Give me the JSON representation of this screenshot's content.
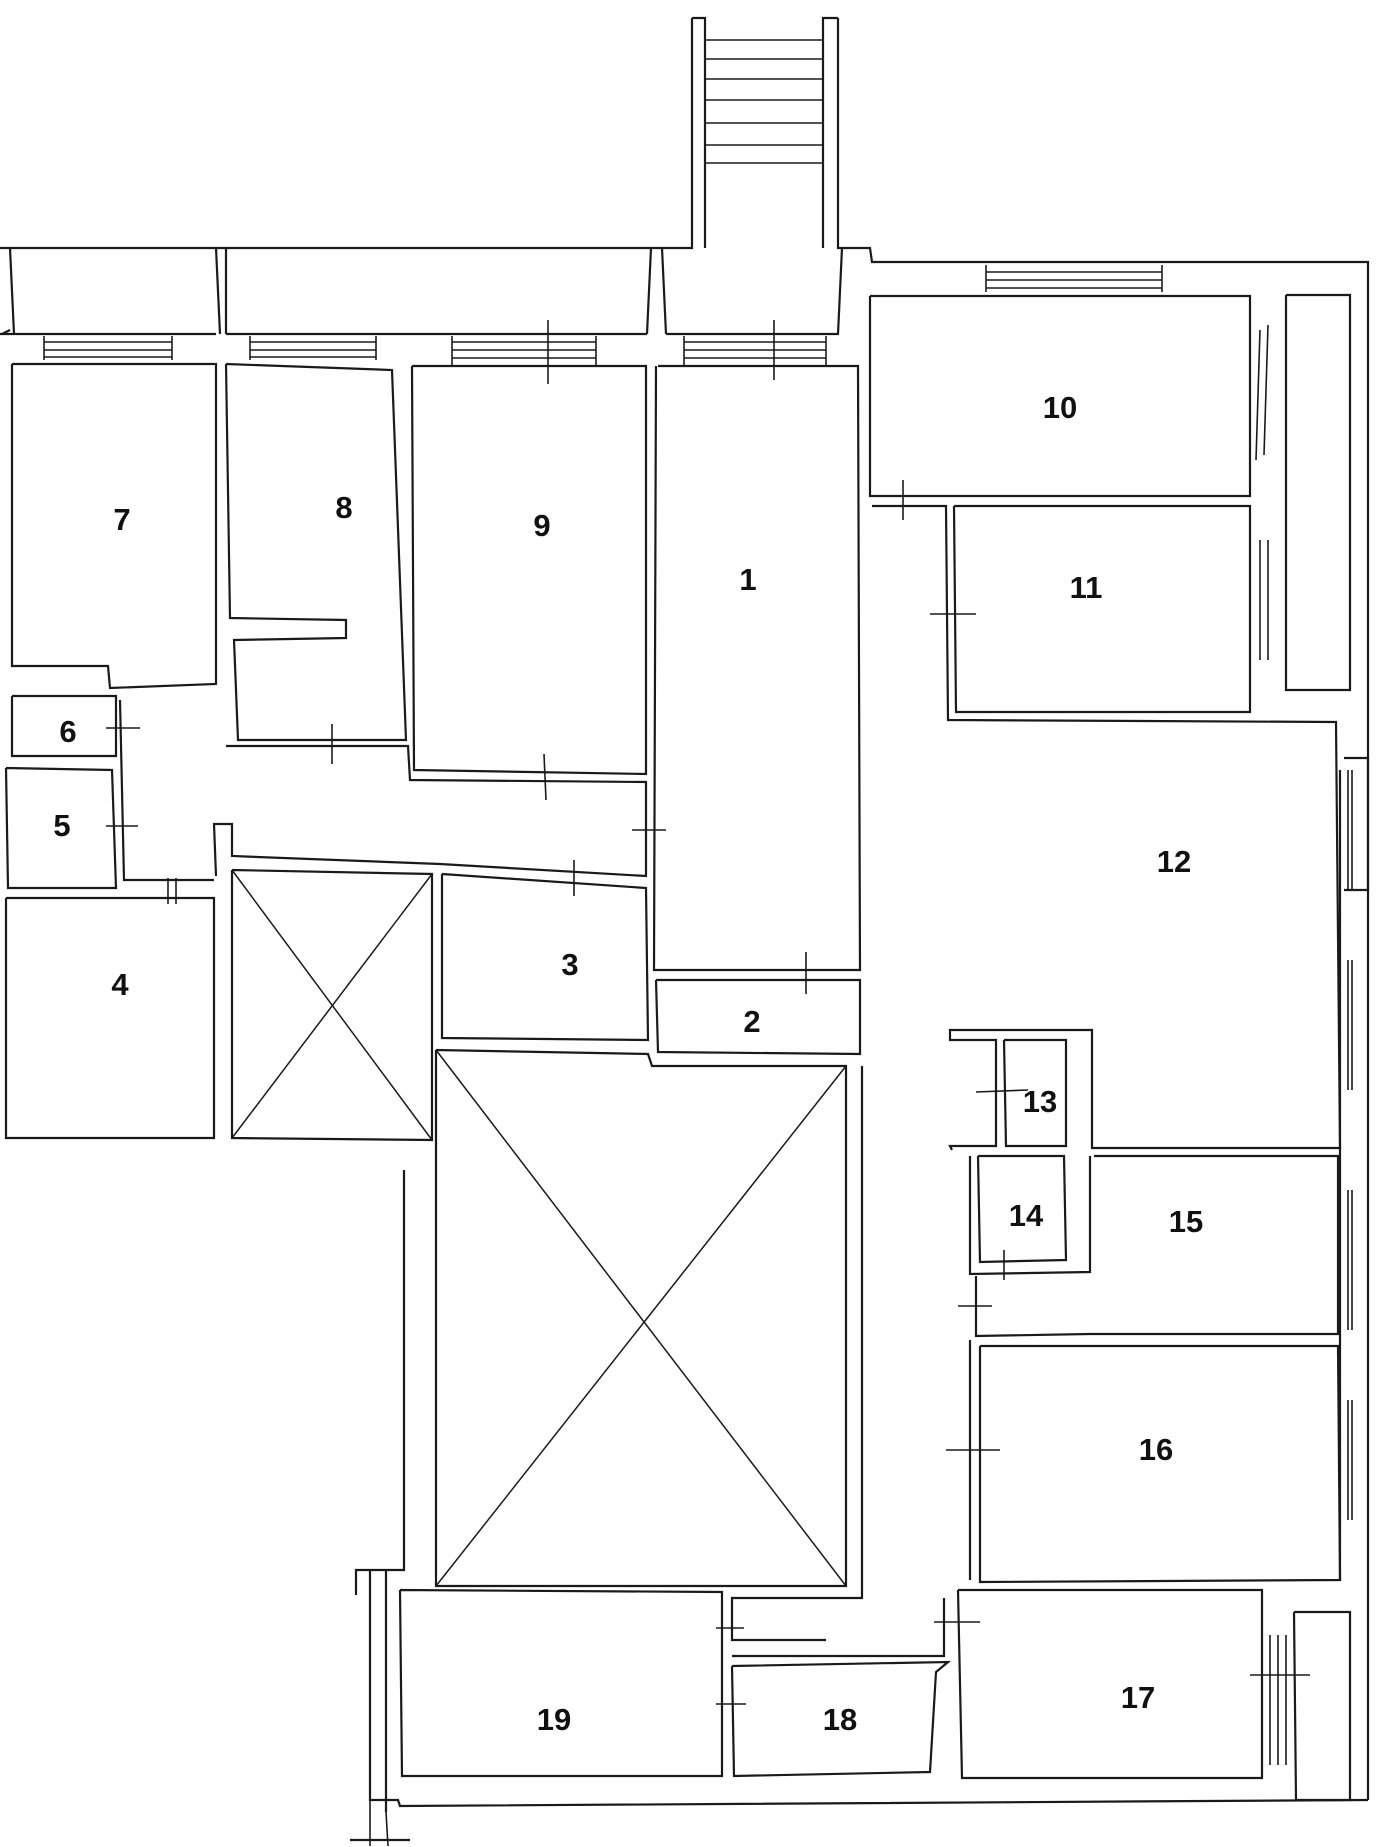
{
  "rooms": [
    {
      "id": "r1",
      "label": "1"
    },
    {
      "id": "r2",
      "label": "2"
    },
    {
      "id": "r3",
      "label": "3"
    },
    {
      "id": "r4",
      "label": "4"
    },
    {
      "id": "r5",
      "label": "5"
    },
    {
      "id": "r6",
      "label": "6"
    },
    {
      "id": "r7",
      "label": "7"
    },
    {
      "id": "r8",
      "label": "8"
    },
    {
      "id": "r9",
      "label": "9"
    },
    {
      "id": "r10",
      "label": "10"
    },
    {
      "id": "r11",
      "label": "11"
    },
    {
      "id": "r12",
      "label": "12"
    },
    {
      "id": "r13",
      "label": "13"
    },
    {
      "id": "r14",
      "label": "14"
    },
    {
      "id": "r15",
      "label": "15"
    },
    {
      "id": "r16",
      "label": "16"
    },
    {
      "id": "r17",
      "label": "17"
    },
    {
      "id": "r18",
      "label": "18"
    },
    {
      "id": "r19",
      "label": "19"
    }
  ]
}
